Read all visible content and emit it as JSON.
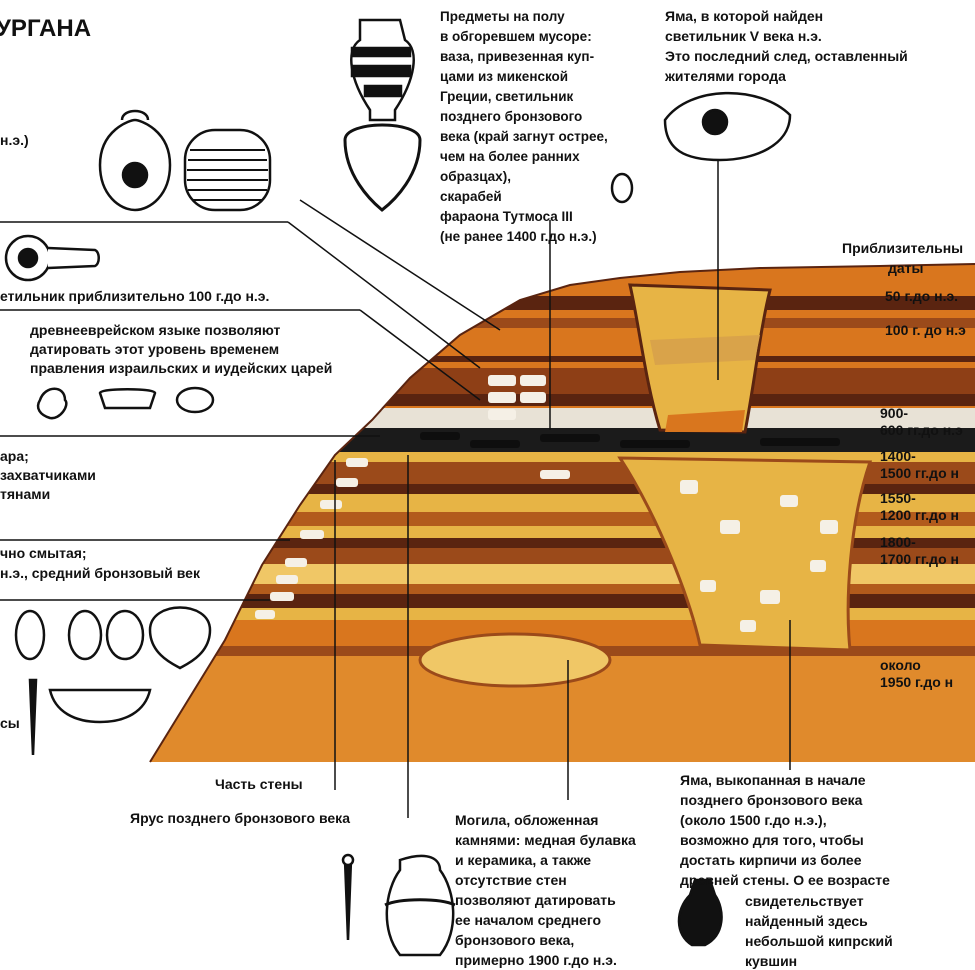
{
  "title": "УРГАНА",
  "label_top_left_date": "н.э.)",
  "label_lamp": "етильник приблизительно 100 г.до н.э.",
  "hebrew_lines": [
    "древнееврейском языке позволяют",
    "датировать этот уровень временем",
    "правления израильских и иудейских царей"
  ],
  "fire_lines": [
    "ара;",
    "захватчиками",
    "тянами"
  ],
  "washed_lines": [
    "чно смытая;",
    "н.э., средний бронзовый век"
  ],
  "label_left_cut": "сы",
  "label_wall": "Часть стены",
  "label_late_bronze": "Ярус позднего бронзового века",
  "floor_lines": [
    "Предметы на полу",
    "в обгоревшем мусоре:",
    "ваза, привезенная куп-",
    "цами из микенской",
    "Греции, светильник",
    "позднего бронзового",
    "века (край загнут острее,",
    "чем на более ранних",
    "образцах),",
    "скарабей",
    "фараона Тутмоса III",
    "(не ранее 1400 г.до н.э.)"
  ],
  "pit5_lines": [
    "Яма, в которой найден",
    "светильник V века н.э.",
    "Это последний след, оставленный",
    "жителями города"
  ],
  "dates_heading": [
    "Приблизительны",
    "даты"
  ],
  "dates": [
    {
      "text": "50 г.до н.э."
    },
    {
      "text": "100 г. до н.э"
    },
    {
      "text": "900-\n600 гг.до н.э"
    },
    {
      "text": "1400-\n1500 гг.до н"
    },
    {
      "text": "1550-\n1200 гг.до н"
    },
    {
      "text": "1800-\n1700 гг.до н"
    },
    {
      "text": "около\n1950 г.до н"
    }
  ],
  "grave_lines": [
    "Могила, обложенная",
    "камнями: медная булавка",
    "и керамика, а также",
    "отсутствие стен",
    "позволяют датировать",
    "ее началом среднего",
    "бронзового века,",
    "примерно 1900 г.до н.э."
  ],
  "pit1500_lines": [
    "Яма, выкопанная в начале",
    "позднего бронзового века",
    "(около 1500 г.до н.э.),",
    "возможно для того, чтобы",
    "достать кирпичи из более",
    "древней стены. О ее возрасте"
  ],
  "pit1500_tail": [
    "свидетельствует",
    "найденный здесь",
    "небольшой кипрский",
    "кувшин"
  ],
  "colors": {
    "orange": "#d9761e",
    "dark_brown": "#5a2410",
    "mid_brown": "#9b4a1a",
    "gold": "#e7b445",
    "light_gold": "#f0c766",
    "black": "#1b1b1b"
  }
}
